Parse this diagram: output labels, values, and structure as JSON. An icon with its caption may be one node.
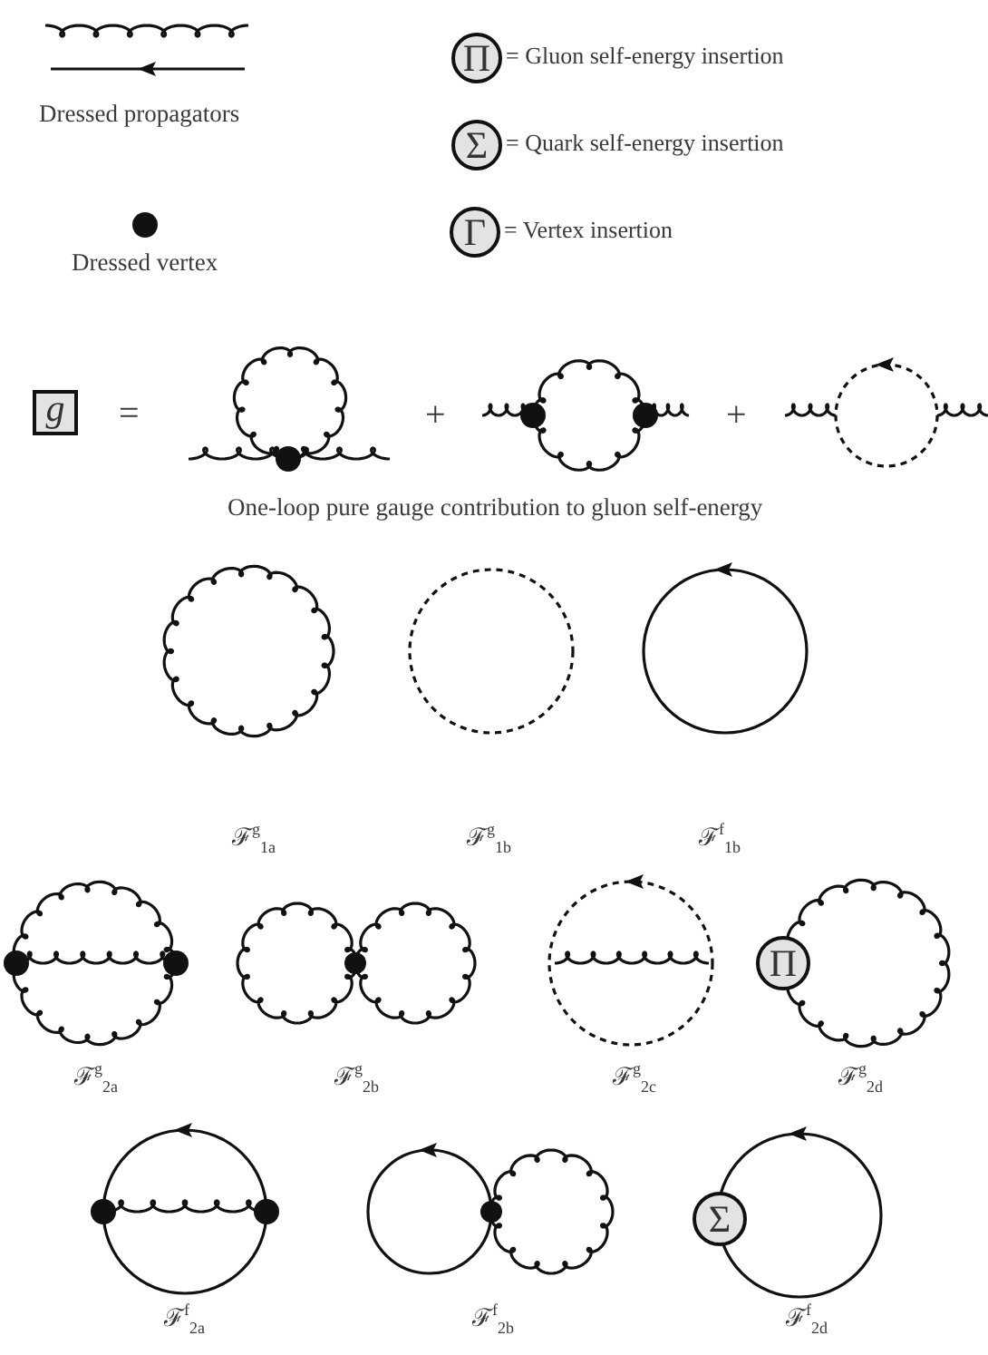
{
  "diagram": {
    "nodes": [
      {
        "text": [
          "Π"
        ],
        "beside": [
          "= Gluon self-energy insertion"
        ]
      },
      {
        "text": [
          "Σ"
        ],
        "beside": [
          "= Quark self-energy insertion"
        ]
      },
      {
        "text": [
          "Γ"
        ],
        "beside": [
          "= Vertex insertion"
        ]
      },
      {
        "text": [
          "g"
        ]
      },
      {
        "text": [
          "Π"
        ]
      },
      {
        "text": [
          "Σ"
        ]
      }
    ],
    "labels": [
      "Dressed propagators",
      "Dressed vertex",
      "=",
      "+",
      "+",
      "One-loop pure gauge contribution to gluon self-energy",
      "ℱ$^{g}$$_{1a}$",
      "ℱ$^{g}$$_{1b}$",
      "ℱ$^{f}$$_{1b}$",
      "ℱ$^{g}$$_{2a}$",
      "ℱ$^{g}$$_{2b}$",
      "ℱ$^{g}$$_{2c}$",
      "ℱ$^{g}$$_{2d}$",
      "ℱ$^{f}$$_{2a}$",
      "ℱ$^{f}$$_{2b}$",
      "ℱ$^{f}$$_{2d}$"
    ]
  }
}
